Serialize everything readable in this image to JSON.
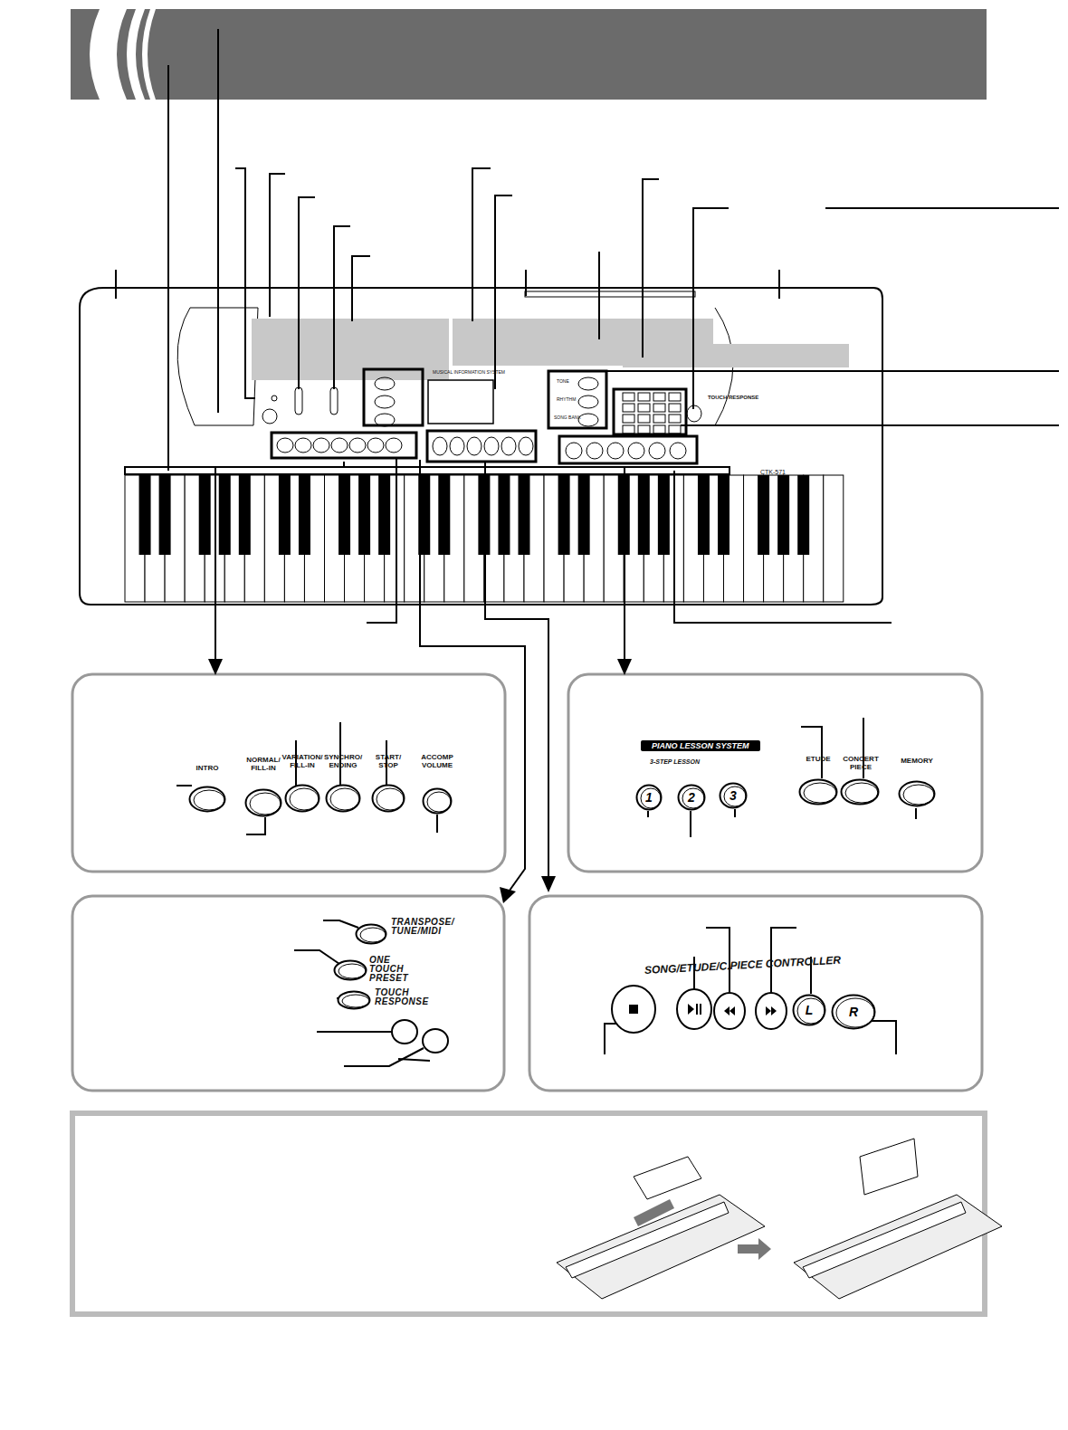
{
  "diagram": {
    "nodes": [
      {
        "text": [
          "INTRO"
        ]
      },
      {
        "text": [
          "NORMAL/ FILL-IN"
        ]
      },
      {
        "text": [
          "VARIATION/ FILL-IN"
        ]
      },
      {
        "text": [
          "SYNCHRO/ ENDING"
        ]
      },
      {
        "text": [
          "START/ STOP"
        ]
      },
      {
        "text": [
          "ACCOMP VOLUME"
        ]
      },
      {
        "text": [
          "1"
        ]
      },
      {
        "text": [
          "2"
        ]
      },
      {
        "text": [
          "3"
        ]
      },
      {
        "text": [
          "ETUDE"
        ]
      },
      {
        "text": [
          "CONCERT PIECE"
        ]
      },
      {
        "text": [
          "MEMORY"
        ]
      },
      {
        "text": [
          "TRANSPOSE/ TUNE/MIDI"
        ]
      },
      {
        "text": [
          "ONE TOUCH PRESET"
        ]
      },
      {
        "text": [
          "TOUCH RESPONSE"
        ]
      },
      {
        "text": [
          "L"
        ]
      },
      {
        "text": [
          "R"
        ]
      }
    ],
    "labels": [
      "PIANO LESSON SYSTEM",
      "3-STEP LESSON",
      "SONG/ETUDE/C.PIECE CONTROLLER",
      "CTK-571",
      "TOUCH RESPONSE",
      "MUSICAL INFORMATION SYSTEM",
      "TONE",
      "RHYTHM",
      "SONG BANK"
    ]
  }
}
